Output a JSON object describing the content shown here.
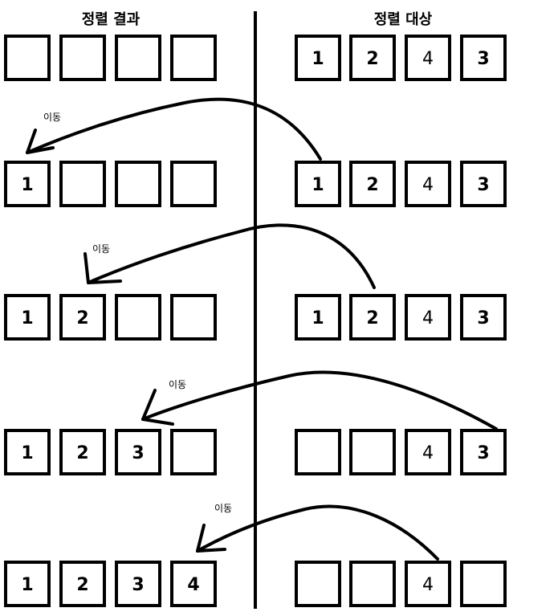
{
  "headings": {
    "left": "정렬 결과",
    "right": "정렬 대상"
  },
  "move_label": "이동",
  "colors": {
    "ink": "#000000",
    "paper": "#ffffff"
  },
  "rows": [
    {
      "result": [
        "",
        "",
        "",
        ""
      ],
      "target": [
        "1",
        "2",
        "4",
        "3"
      ]
    },
    {
      "result": [
        "1",
        "",
        "",
        ""
      ],
      "target": [
        "1",
        "2",
        "4",
        "3"
      ]
    },
    {
      "result": [
        "1",
        "2",
        "",
        ""
      ],
      "target": [
        "1",
        "2",
        "4",
        "3"
      ]
    },
    {
      "result": [
        "1",
        "2",
        "3",
        ""
      ],
      "target": [
        "",
        "",
        "4",
        "3"
      ]
    },
    {
      "result": [
        "1",
        "2",
        "3",
        "4"
      ],
      "target": [
        "",
        "",
        "4",
        ""
      ]
    }
  ],
  "moves": [
    {
      "from_target_index": 0,
      "to_result_index": 0,
      "label": "이동"
    },
    {
      "from_target_index": 1,
      "to_result_index": 1,
      "label": "이동"
    },
    {
      "from_target_index": 3,
      "to_result_index": 2,
      "label": "이동"
    },
    {
      "from_target_index": 2,
      "to_result_index": 3,
      "label": "이동"
    }
  ]
}
